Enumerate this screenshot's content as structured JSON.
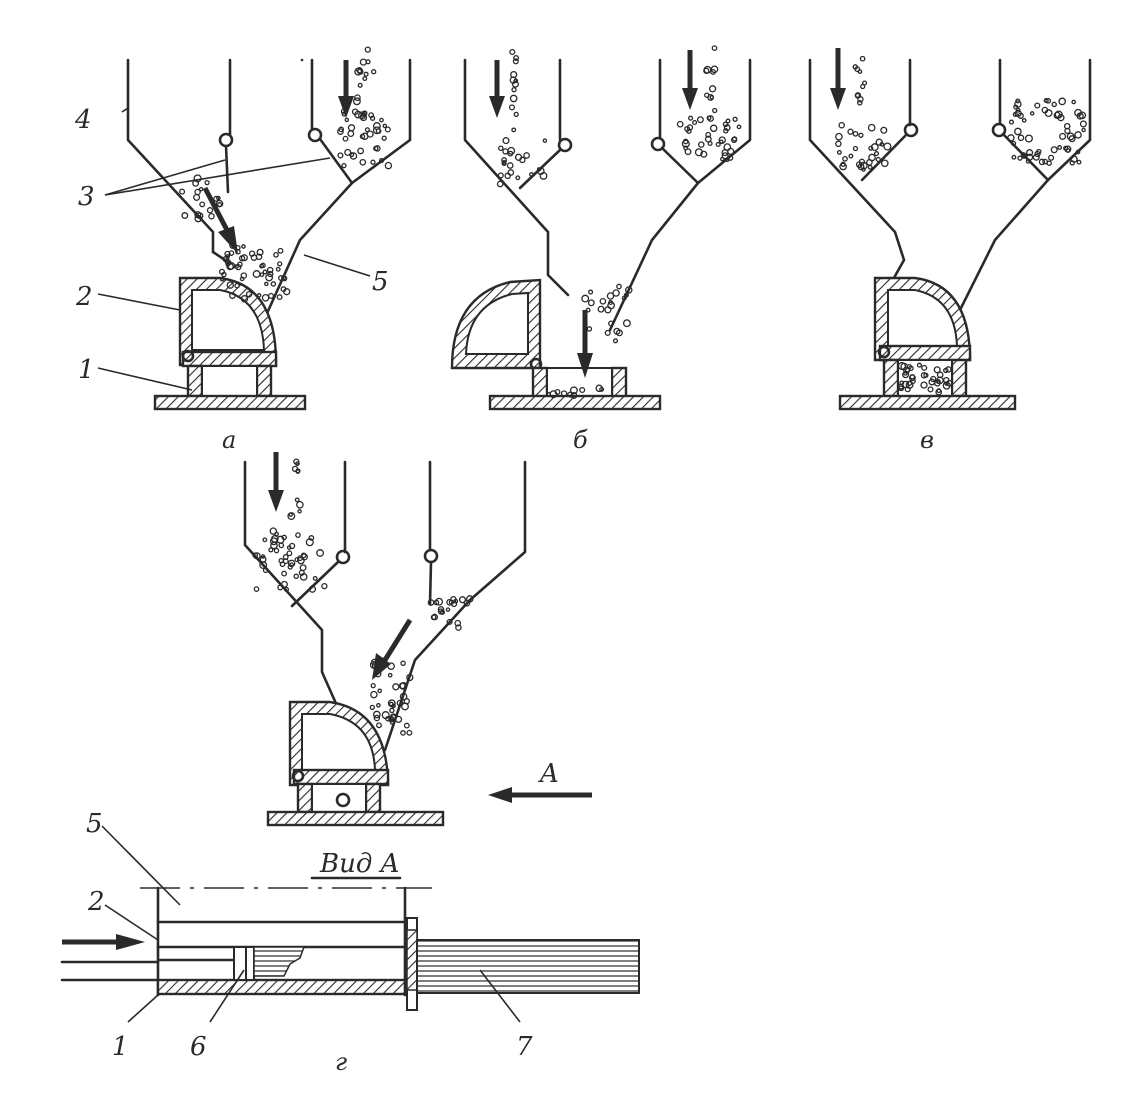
{
  "labels": {
    "part_1": "1",
    "part_2": "2",
    "part_3": "3",
    "part_4": "4",
    "part_5": "5",
    "part_6": "6",
    "part_7": "7",
    "view_arrow": "A",
    "view_title": "Вид A"
  },
  "captions": {
    "a": "а",
    "b": "б",
    "v": "в",
    "g": "г"
  }
}
